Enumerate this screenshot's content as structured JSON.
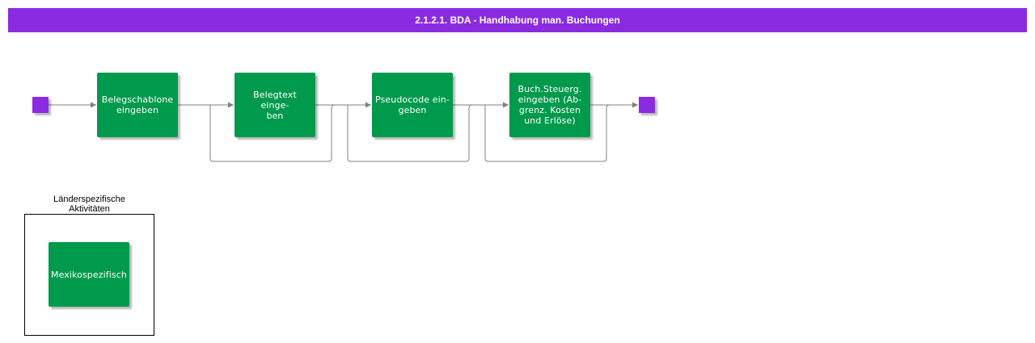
{
  "header": {
    "title": "2.1.2.1. BDA - Handhabung man. Buchungen"
  },
  "process": {
    "steps": [
      {
        "lines": [
          "Belegschablone",
          "eingeben"
        ]
      },
      {
        "lines": [
          "Belegtext einge-",
          "ben"
        ]
      },
      {
        "lines": [
          "Pseudocode ein-",
          "geben"
        ]
      },
      {
        "lines": [
          "Buch.Steuerg.",
          "eingeben (Ab-",
          "grenz. Kosten",
          "und Erlöse)"
        ]
      }
    ]
  },
  "group": {
    "label_lines": [
      "Länderspezifische",
      "Aktivitäten"
    ],
    "items": [
      {
        "label": "Mexikospezifisch"
      }
    ]
  },
  "colors": {
    "title_bar": "#8a2be2",
    "terminal": "#8a2be2",
    "activity": "#009a4c",
    "connector": "#808080"
  }
}
